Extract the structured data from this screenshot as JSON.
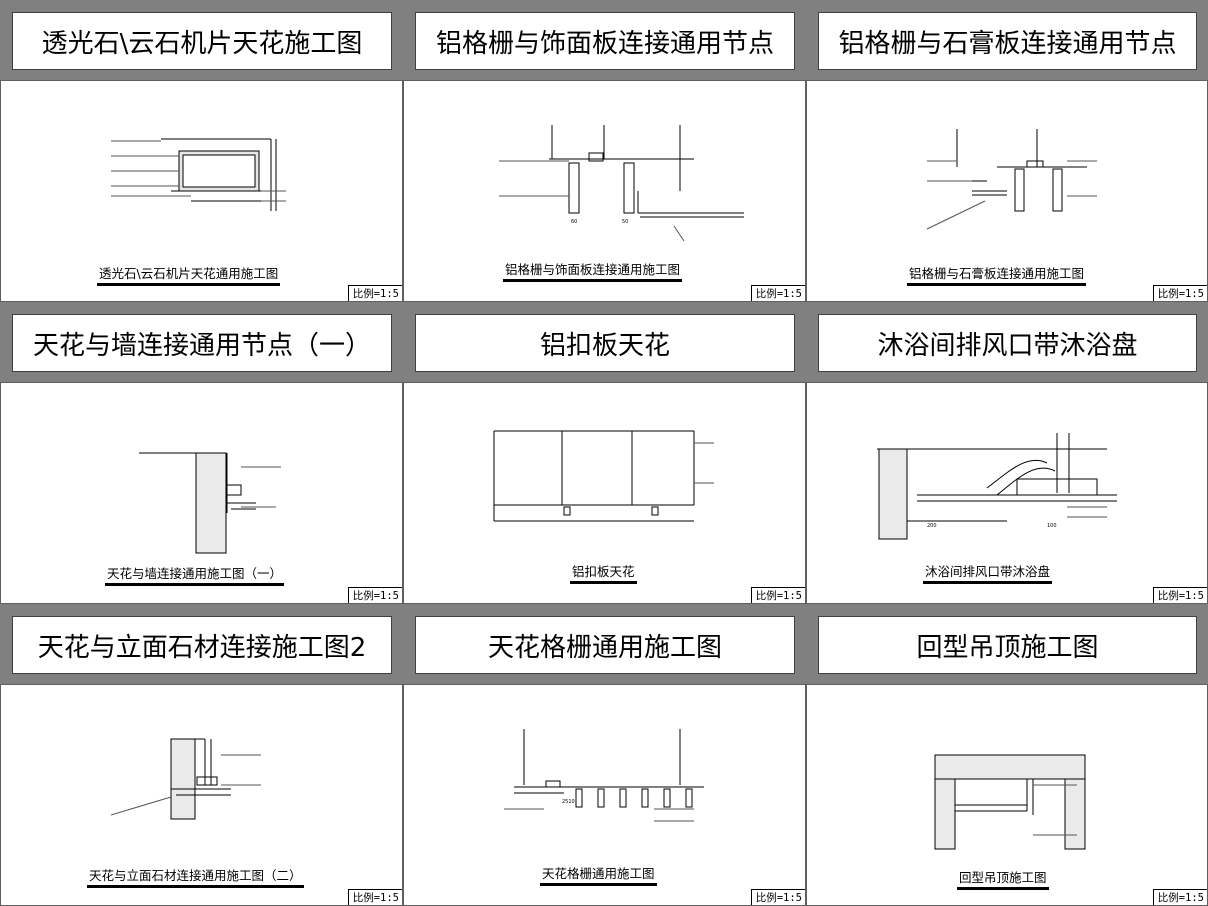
{
  "titles": [
    "透光石\\云石机片天花施工图",
    "铝格栅与饰面板连接通用节点",
    "铝格栅与石膏板连接通用节点",
    "天花与墙连接通用节点（一）",
    "铝扣板天花",
    "沐浴间排风口带沐浴盘",
    "天花与立面石材连接施工图2",
    "天花格栅通用施工图",
    "回型吊顶施工图"
  ],
  "captions": [
    "透光石\\云石机片天花通用施工图",
    "铝格栅与饰面板连接通用施工图",
    "铝格栅与石膏板连接通用施工图",
    "天花与墙连接通用施工图（一）",
    "铝扣板天花",
    "沐浴间排风口带沐浴盘",
    "天花与立面石材连接通用施工图（二）",
    "天花格栅通用施工图",
    "回型吊顶施工图"
  ],
  "scales": [
    "比例=1:5",
    "比例=1:5",
    "比例=1:5",
    "比例=1:5",
    "比例=1:5",
    "比例=1:5",
    "比例=1:5",
    "比例=1:5",
    "比例=1:5"
  ],
  "dims": {
    "d1": "60",
    "d2": "50",
    "d3": "200",
    "d4": "100",
    "d5": "2510"
  },
  "colors": {
    "frame": "#808080",
    "panel": "#ffffff",
    "ink": "#000000"
  }
}
